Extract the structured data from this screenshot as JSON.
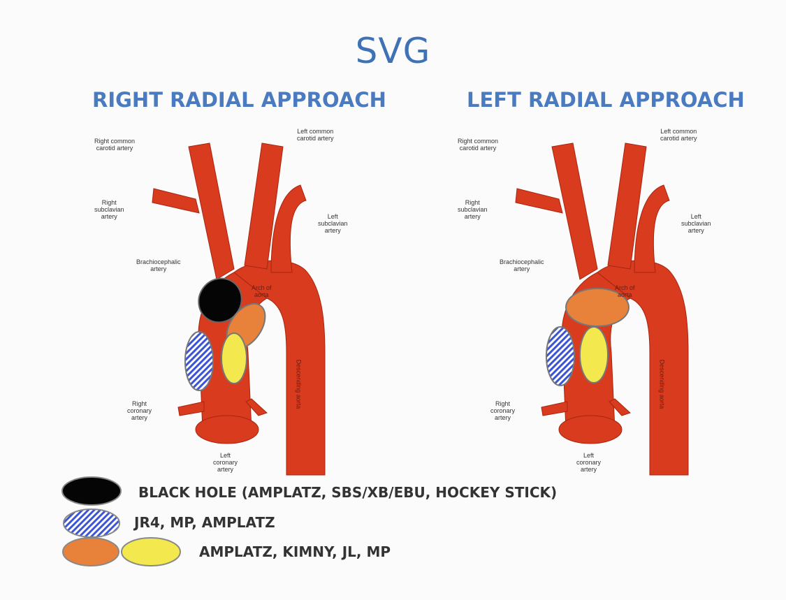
{
  "title": "SVG",
  "panels": {
    "right": {
      "title": "RIGHT RADIAL APPROACH"
    },
    "left": {
      "title": "LEFT RADIAL APPROACH"
    }
  },
  "anatomy": {
    "right_common_carotid": "Right common\ncarotid artery",
    "left_common_carotid": "Left common\ncarotid artery",
    "right_subclavian": "Right\nsubclavian\nartery",
    "left_subclavian": "Left\nsubclavian\nartery",
    "brachiocephalic": "Brachiocephalic\nartery",
    "arch_of_aorta": "Arch of\naorta",
    "descending_aorta": "Descending aorta",
    "right_coronary": "Right\ncoronary\nartery",
    "left_coronary": "Left\ncoronary\nartery"
  },
  "legend": {
    "black": "BLACK HOLE (AMPLATZ, SBS/XB/EBU, HOCKEY STICK)",
    "blue": "JR4, MP, AMPLATZ",
    "orange_yellow": "AMPLATZ, KIMNY, JL, MP"
  },
  "colors": {
    "title": "#3f72b4",
    "artery": "#d93b1f",
    "black_zone": "#050505",
    "blue_zone": "#3c55d6",
    "orange_zone": "#e8823a",
    "yellow_zone": "#f3e94e"
  }
}
